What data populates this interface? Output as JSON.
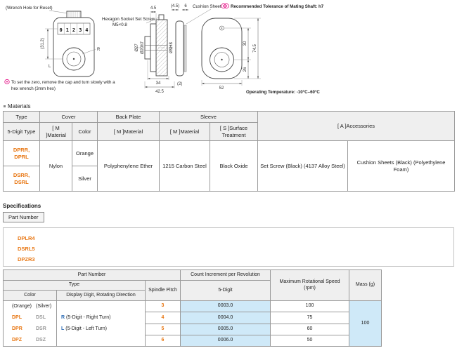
{
  "colors": {
    "accent_orange": "#e87612",
    "silver_gray": "#9a9a9a",
    "direction_blue": "#2e6db5",
    "note_pink": "#e4007f",
    "header_bg": "#efefef",
    "blue_cell_bg": "#cfe9f8"
  },
  "drawings": {
    "wrench_note": "(Wrench Hole for Reset)",
    "digits": [
      "0",
      "1",
      "2",
      "3",
      "4"
    ],
    "dim_31_2": "(31.2)",
    "label_l": "L",
    "label_r": "R",
    "set_screw_line1": "Hexagon Socket Set Screw",
    "set_screw_line2": "M5×0.8",
    "dim_4_5": "4.5",
    "dim_o27": "Ø27",
    "dim_o20": "Ø20h7",
    "dim_o9": "Ø9H8",
    "dim_34": "34",
    "dim_42_5": "42.5",
    "dim_2": "(2)",
    "dim_4_5_p": "(4.5)",
    "dim_6": "6",
    "cushion_label": "Cushion Sheet",
    "tolerance_note": "Recommended Tolerance of Mating Shaft: h7",
    "dim_30": "30",
    "dim_74_5": "74.5",
    "dim_26": "26",
    "dim_52": "52",
    "zero_note_line1": "To set the zero, remove the cap and turn slowly with a",
    "zero_note_line2": "hex wrench (3mm hex)",
    "operating_temp": "Operating Temperature: -10°C–60°C"
  },
  "materials": {
    "section_title": "Materials",
    "h_type": "Type",
    "h_cover": "Cover",
    "h_back_plate": "Back Plate",
    "h_sleeve": "Sleeve",
    "h_accessories": "[ A ]Accessories",
    "h_5digit_type": "5-Digit Type",
    "h_m_material_cover": "[ M ]Material",
    "h_color": "Color",
    "h_m_material_bp": "[ M ]Material",
    "h_m_material_sleeve": "[ M ]Material",
    "h_surface": "[ S ]Surface Treatment",
    "rows": [
      {
        "type_line1": "DPRR,",
        "type_line2": "DPRL",
        "color": "Orange"
      },
      {
        "type_line1": "DSRR,",
        "type_line2": "DSRL",
        "color": "Silver"
      }
    ],
    "cover_material": "Nylon",
    "back_plate_material": "Polyphenylene Ether",
    "sleeve_material": "1215 Carbon Steel",
    "surface_treatment": "Black Oxide",
    "accessory_1": "Set Screw (Black) (4137 Alloy Steel)",
    "accessory_2": "Cushion Sheets (Black) (Polyethylene Foam)"
  },
  "specifications": {
    "title": "Specifications",
    "part_number_label": "Part Number",
    "examples": [
      "DPLR4",
      "DSRL5",
      "DPZR3"
    ]
  },
  "spec_table": {
    "h_part_number": "Part Number",
    "h_type": "Type",
    "h_color": "Color",
    "h_display": "Display Digit, Rotating Direction",
    "h_spindle_pitch": "Spindle Pitch",
    "h_count_increment": "Count Increment per Revolution",
    "h_5digit": "5-Digit",
    "h_max_speed_line1": "Maximum Rotational Speed",
    "h_max_speed_line2": "(rpm)",
    "h_mass": "Mass (g)",
    "color_orange": "(Orange)",
    "color_silver": "(Silver)",
    "models": [
      {
        "orange": "DPL",
        "silver": "DSL"
      },
      {
        "orange": "DPR",
        "silver": "DSR"
      },
      {
        "orange": "DPZ",
        "silver": "DSZ"
      }
    ],
    "dir_r_letter": "R",
    "dir_r_text": "(5-Digit - Right Turn)",
    "dir_l_letter": "L",
    "dir_l_text": "(5-Digit - Left Turn)",
    "rows": [
      {
        "pitch": "3",
        "count": "0003.0",
        "speed": "100"
      },
      {
        "pitch": "4",
        "count": "0004.0",
        "speed": "75"
      },
      {
        "pitch": "5",
        "count": "0005.0",
        "speed": "60"
      },
      {
        "pitch": "6",
        "count": "0006.0",
        "speed": "50"
      }
    ],
    "mass": "100"
  }
}
